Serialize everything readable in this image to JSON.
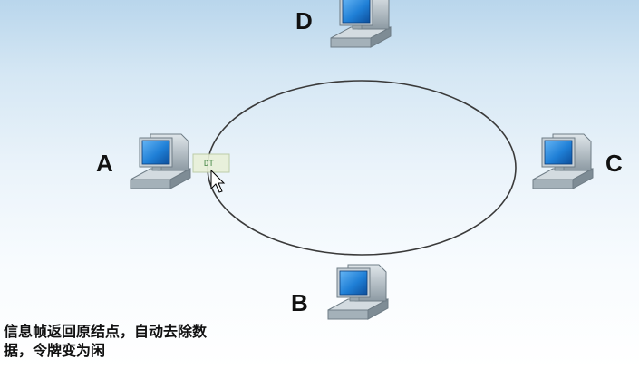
{
  "nodes": [
    {
      "id": "A",
      "label": "A"
    },
    {
      "id": "B",
      "label": "B"
    },
    {
      "id": "C",
      "label": "C"
    },
    {
      "id": "D",
      "label": "D"
    }
  ],
  "frame": {
    "label": "DT"
  },
  "caption": {
    "line1": "信息帧返回原结点，自动去除数",
    "line2": "据，令牌变为闲"
  },
  "colors": {
    "ring": "#3a3a3a",
    "monitor_screen": "#1f7fd6",
    "computer_body": "#b8c4cc",
    "frame_box": "#e8f0d8"
  },
  "icons": [
    "computer-icon",
    "mouse-cursor-icon"
  ]
}
